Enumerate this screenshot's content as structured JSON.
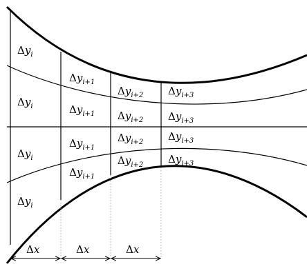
{
  "diagram": {
    "labels": {
      "delta": "Δ",
      "y": "y",
      "x": "x",
      "i": "i",
      "i_plus_1": "i+1",
      "i_plus_2": "i+2",
      "i_plus_3": "i+3"
    },
    "colors": {
      "stroke": "#000000",
      "guide": "#999999",
      "background": "#ffffff"
    },
    "icons": {
      "dx_arrow": "double-headed-arrow-icon"
    }
  }
}
